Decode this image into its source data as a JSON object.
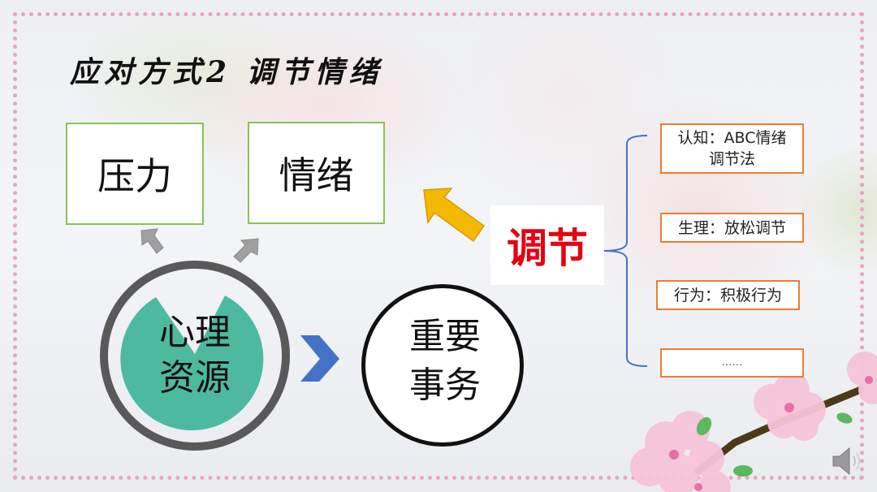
{
  "slide": {
    "title": "应对方式2 调节情绪",
    "top_boxes": [
      {
        "label": "压力"
      },
      {
        "label": "情绪"
      }
    ],
    "center_circle": {
      "line1": "心理",
      "line2": "资源",
      "fill_color": "#4dba9f",
      "ring_color": "#595959"
    },
    "right_circle": {
      "line1": "重要",
      "line2": "事务"
    },
    "regulate_label": "调节",
    "regulate_color": "#e60012",
    "methods": [
      {
        "line1": "认知：ABC情绪",
        "line2": "调节法"
      },
      {
        "line1": "生理：放松调节"
      },
      {
        "line1": "行为：积极行为"
      },
      {
        "line1": "……"
      }
    ],
    "colors": {
      "box_border_green": "#8fbf5a",
      "box_border_orange": "#ed7d31",
      "bracket_blue": "#4472c4",
      "arrow_yellow": "#f5b800",
      "arrow_gray": "#a0a0a0",
      "chevron_blue": "#4472c4",
      "frame_pink": "#e8a6c0"
    },
    "audio_icon": "speaker-icon"
  }
}
